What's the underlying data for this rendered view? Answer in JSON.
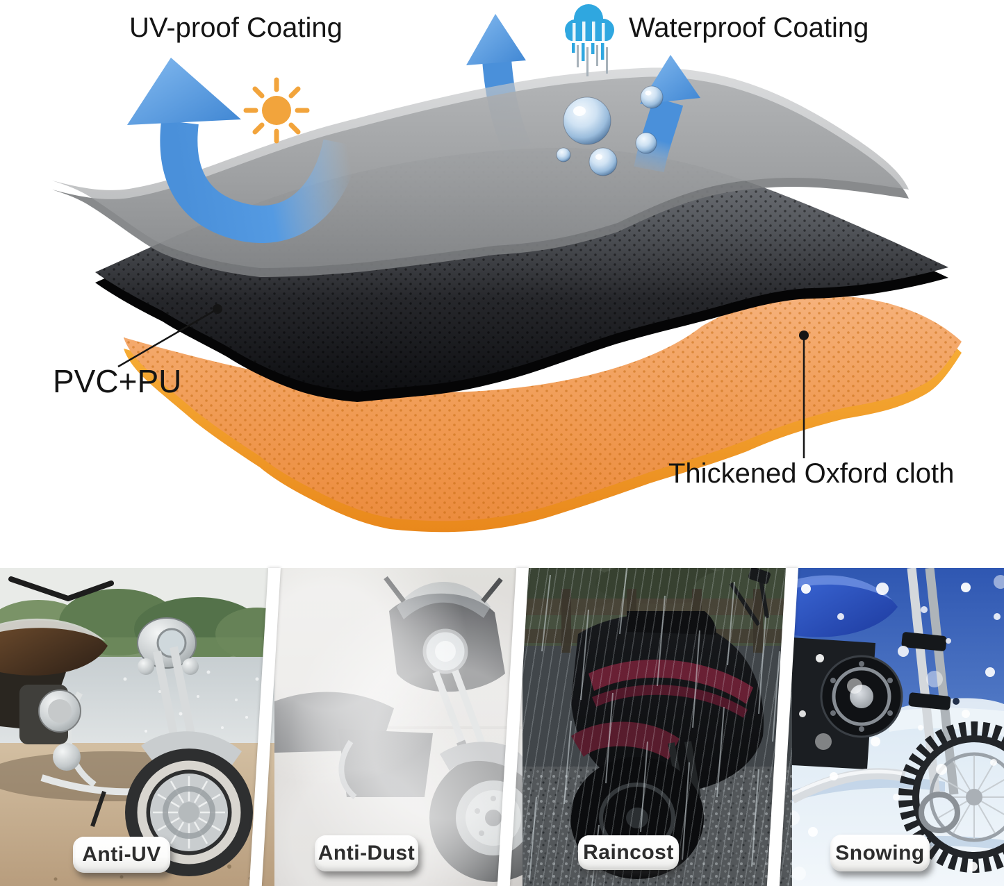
{
  "diagram": {
    "uv_title": "UV-proof Coating",
    "waterproof_title": "Waterproof Coating",
    "pvc_label": "PVC+PU",
    "oxford_label": "Thickened Oxford cloth",
    "icons": {
      "sun": "sun-icon",
      "rain_cloud": "rain-cloud-icon",
      "up_arrows": "up-arrow-icon",
      "water_drops": "water-droplet-icon"
    },
    "colors": {
      "arrow_blue": "#4a90da",
      "sun_orange": "#f2a43c",
      "cloud_blue": "#2fa7e0",
      "gray_layer": "#a9abad",
      "black_layer": "#1b1c1f",
      "orange_layer": "#f09a52",
      "orange_edge": "#f2a02a",
      "text": "#141414"
    }
  },
  "panels": [
    {
      "label": "Anti-UV",
      "scene": "chrome cruiser motorcycle in sunshine beside lake"
    },
    {
      "label": "Anti-Dust",
      "scene": "touring motorcycle in pale dusty haze"
    },
    {
      "label": "Raincost",
      "scene": "dark motorcycle with maroon fairing in heavy rain"
    },
    {
      "label": "Snowing",
      "scene": "blue motorcycle in falling snow under blue sky"
    }
  ]
}
